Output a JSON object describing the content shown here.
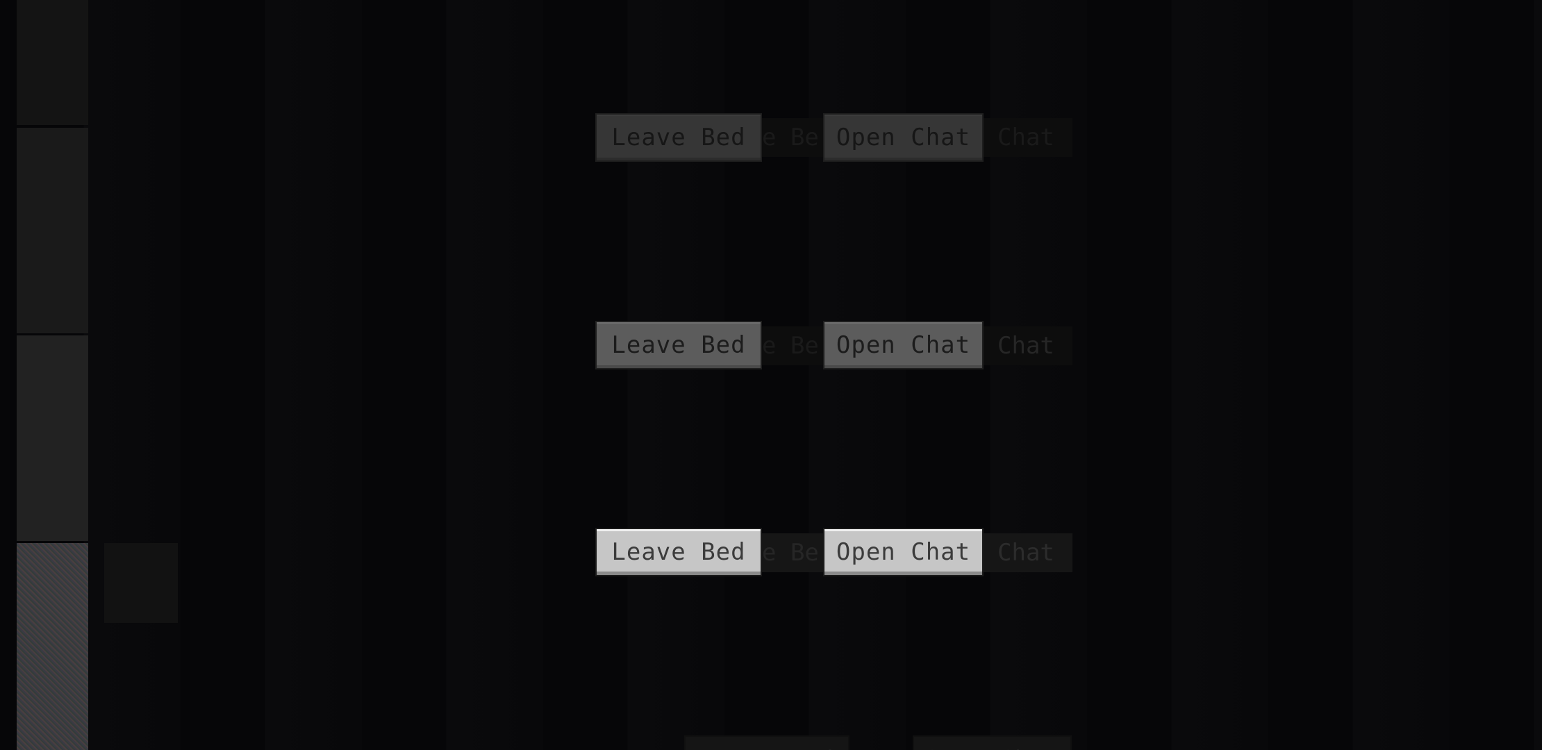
{
  "buttons": {
    "leave_bed": "Leave Bed",
    "open_chat": "Open Chat"
  },
  "ghost_text": {
    "leave_bed_fragment": "e Be",
    "open_chat_fragment": "Chat"
  },
  "colors": {
    "button_highlighted": "#c6c6c6",
    "button_dim": "#363636",
    "background": "#050507"
  }
}
